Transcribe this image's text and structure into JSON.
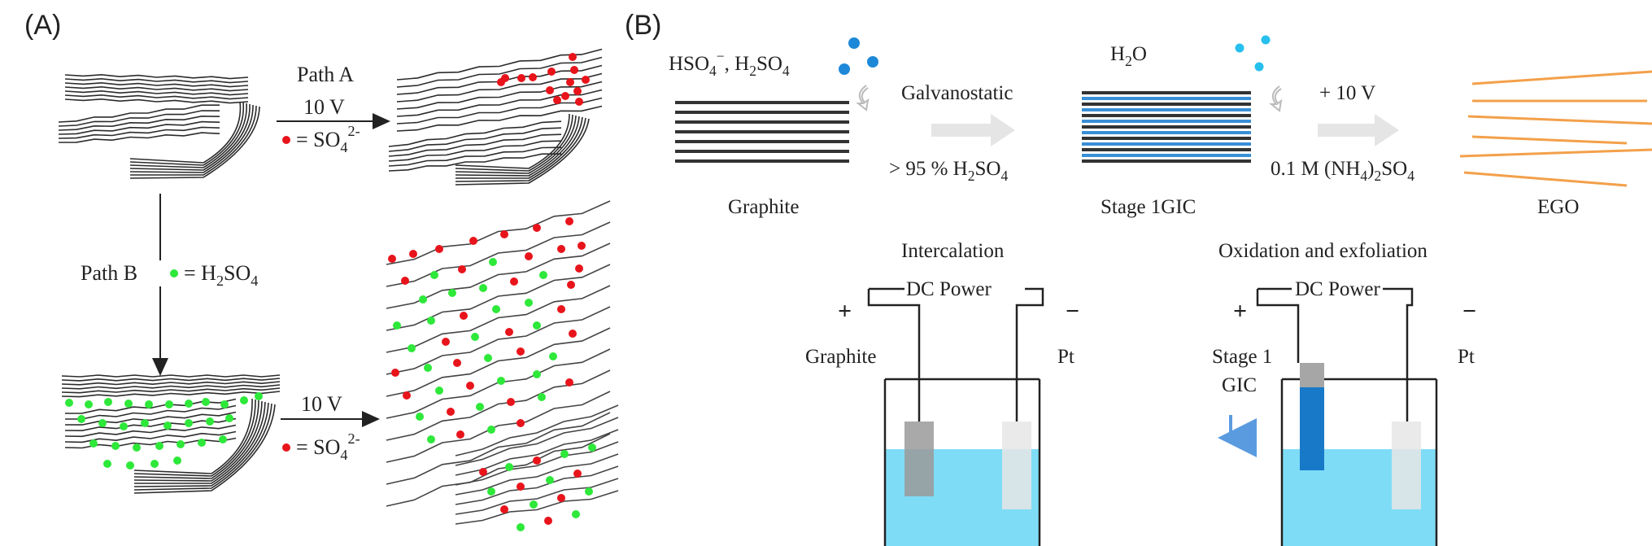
{
  "panel_a": {
    "label": "(A)",
    "path_a": {
      "title": "Path A",
      "voltage": "10 V",
      "legend_eq": "= SO",
      "legend_sub": "4",
      "legend_sup": "2-"
    },
    "path_b": {
      "title": "Path B",
      "legend_eq": "= H",
      "legend_sub1": "2",
      "legend_mid": "SO",
      "legend_sub2": "4"
    },
    "bottom": {
      "voltage": "10 V",
      "legend_eq": "= SO",
      "legend_sub": "4",
      "legend_sup": "2-"
    },
    "colors": {
      "sulfate": "#e8141b",
      "acid": "#2ee83a",
      "flake_line": "#2b2b2b"
    }
  },
  "panel_b": {
    "label": "(B)",
    "reagents": {
      "a": "HSO",
      "a_sub": "4",
      "a_sup": "−",
      "b": ", H",
      "b_sub": "2",
      "b_mid": "SO",
      "b_sub2": "4"
    },
    "water": {
      "a": "H",
      "a_sub": "2",
      "b": "O"
    },
    "step1": {
      "label": "Galvanostatic",
      "cond_a": "> 95 % H",
      "cond_sub": "2",
      "cond_mid": "SO",
      "cond_sub2": "4"
    },
    "step2": {
      "label": "+ 10 V",
      "cond_a": "0.1 M (NH",
      "cond_sub": "4",
      "cond_mid": ")",
      "cond_sub2": "2",
      "cond_b": "SO",
      "cond_sub3": "4"
    },
    "captions": {
      "graphite": "Graphite",
      "gic": "Stage 1GIC",
      "ego": "EGO"
    },
    "cell1": {
      "title": "Intercalation",
      "power": "DC Power",
      "plus": "+",
      "minus": "−",
      "anode": "Graphite",
      "cathode": "Pt"
    },
    "cell2": {
      "title": "Oxidation and exfoliation",
      "power": "DC Power",
      "plus": "+",
      "minus": "−",
      "anode_l1": "Stage 1",
      "anode_l2": "GIC",
      "cathode": "Pt"
    },
    "colors": {
      "dot": "#1e88d8",
      "dot_light": "#27c0ee",
      "gic_blue": "#3a8fd6",
      "ego_orange": "#f3a04a",
      "electrolyte": "#7fdcf7",
      "gic_electrode": "#1779c8",
      "arrow_down": "#5a9be0"
    }
  }
}
